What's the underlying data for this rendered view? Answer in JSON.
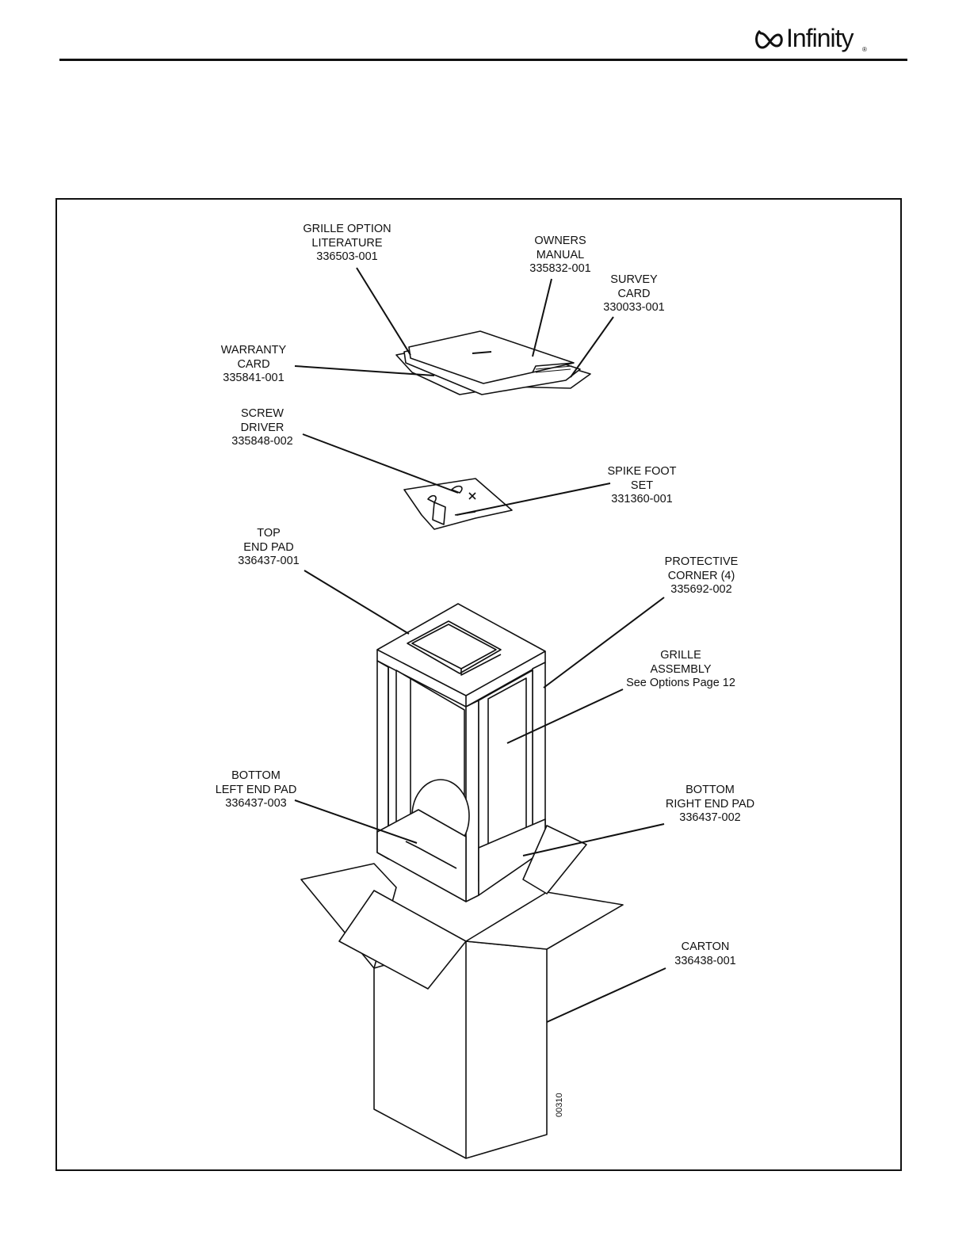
{
  "brand": {
    "name": "Infinity",
    "mark": "®"
  },
  "figure_code": "00310",
  "callouts": {
    "grille_option_literature": [
      "GRILLE OPTION",
      "LITERATURE",
      "336503-001"
    ],
    "owners_manual": [
      "OWNERS",
      "MANUAL",
      "335832-001"
    ],
    "survey_card": [
      "SURVEY",
      "CARD",
      "330033-001"
    ],
    "warranty_card": [
      "WARRANTY",
      "CARD",
      "335841-001"
    ],
    "screw_driver": [
      "SCREW",
      "DRIVER",
      "335848-002"
    ],
    "spike_foot_set": [
      "SPIKE FOOT",
      "SET",
      "331360-001"
    ],
    "top_end_pad": [
      "TOP",
      "END PAD",
      "336437-001"
    ],
    "protective_corner": [
      "PROTECTIVE",
      "CORNER (4)",
      "335692-002"
    ],
    "grille_assembly": [
      "GRILLE",
      "ASSEMBLY",
      "See Options Page 12"
    ],
    "bottom_left_end_pad": [
      "BOTTOM",
      "LEFT END PAD",
      "336437-003"
    ],
    "bottom_right_end_pad": [
      "BOTTOM",
      "RIGHT END PAD",
      "336437-002"
    ],
    "carton": [
      "CARTON",
      "336438-001"
    ]
  }
}
